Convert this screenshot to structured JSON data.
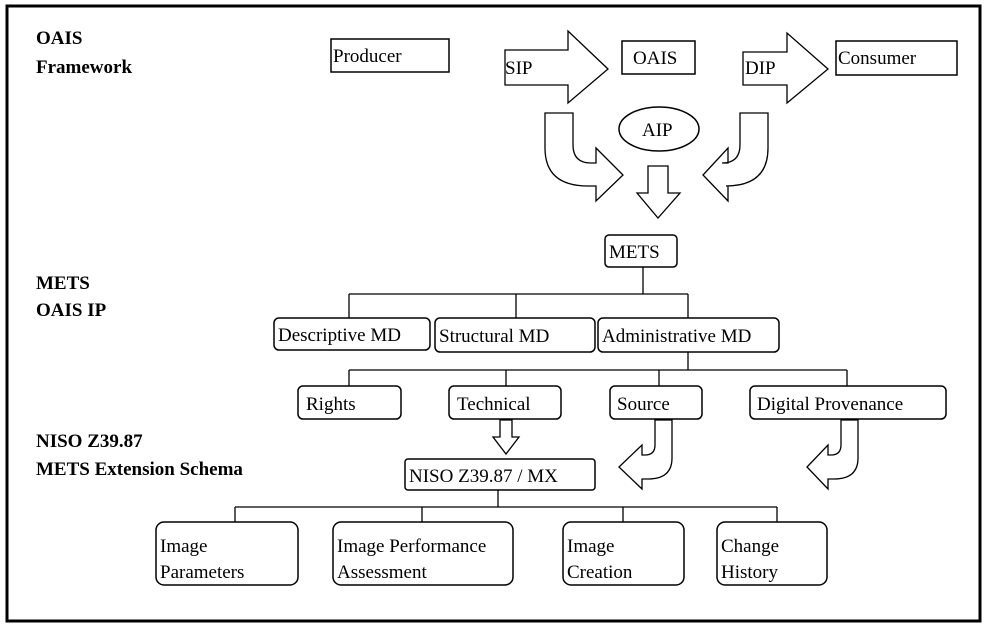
{
  "side_labels": {
    "oais_line1": "OAIS",
    "oais_line2": "Framework",
    "mets_line1": "METS",
    "mets_line2": "OAIS IP",
    "niso_line1": "NISO Z39.87",
    "niso_line2": "METS Extension Schema"
  },
  "oais_row": {
    "producer": "Producer",
    "sip": "SIP",
    "oais": "OAIS",
    "dip": "DIP",
    "consumer": "Consumer",
    "aip": "AIP"
  },
  "mets": {
    "root": "METS",
    "descriptive": "Descriptive MD",
    "structural": "Structural MD",
    "administrative": "Administrative MD"
  },
  "admin_children": {
    "rights": "Rights",
    "technical": "Technical",
    "source": "Source",
    "provenance": "Digital Provenance"
  },
  "niso": {
    "schema": "NISO Z39.87 / MX"
  },
  "niso_children": {
    "params_line1": "Image",
    "params_line2": "Parameters",
    "perf_line1": "Image Performance",
    "perf_line2": "Assessment",
    "creation_line1": "Image",
    "creation_line2": "Creation",
    "history_line1": "Change",
    "history_line2": "History"
  }
}
